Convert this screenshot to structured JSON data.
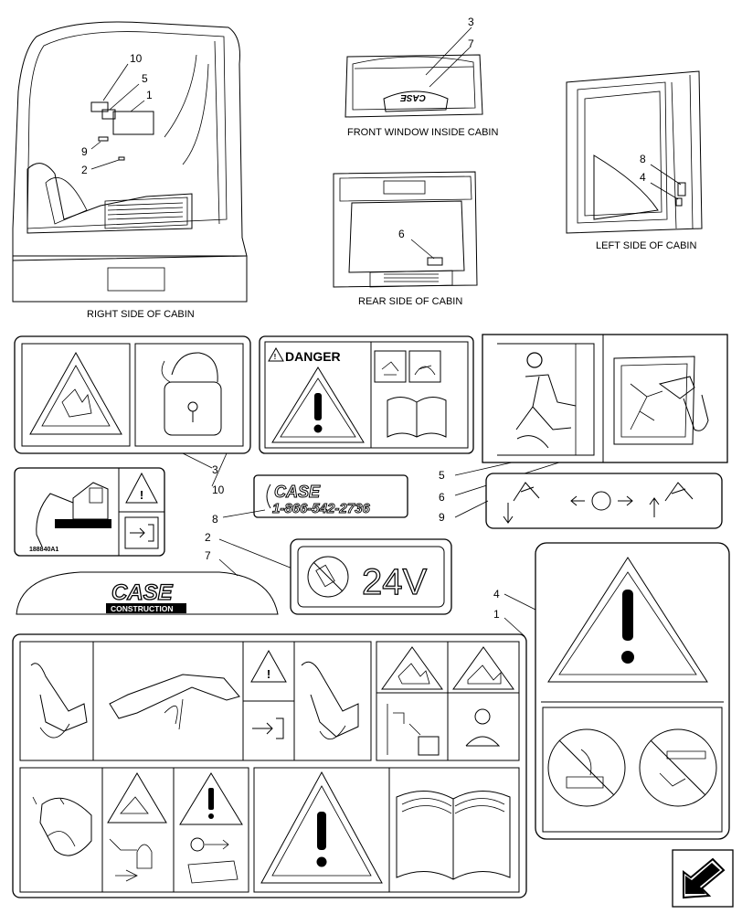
{
  "captions": {
    "right": "RIGHT SIDE OF CABIN",
    "front": "FRONT WINDOW INSIDE CABIN",
    "rear": "REAR SIDE OF CABIN",
    "left": "LEFT SIDE OF CABIN"
  },
  "callouts": {
    "n1": "1",
    "n2": "2",
    "n3": "3",
    "n4": "4",
    "n5": "5",
    "n6": "6",
    "n7": "7",
    "n8": "8",
    "n9": "9",
    "n10": "10"
  },
  "decals": {
    "danger_word": "DANGER",
    "phone_brand": "CASE",
    "phone_number": "1-866-542-2736",
    "part_code": "188840A1",
    "voltage": "24V",
    "brand": "CASE",
    "brand_sub": "CONSTRUCTION",
    "windshield_brand": "CASE"
  },
  "colors": {
    "ink": "#000000",
    "paper": "#ffffff"
  }
}
